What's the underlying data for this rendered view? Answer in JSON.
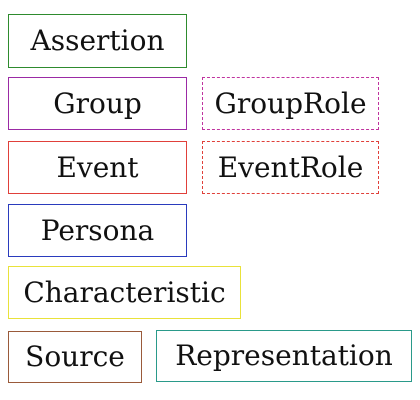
{
  "nodes": {
    "assertion": {
      "label": "Assertion",
      "color": "#2e8b2e",
      "style": "solid"
    },
    "group": {
      "label": "Group",
      "color": "#9b2aa5",
      "style": "solid"
    },
    "group_role": {
      "label": "GroupRole",
      "color": "#c0339f",
      "style": "dashed"
    },
    "event": {
      "label": "Event",
      "color": "#e0403a",
      "style": "solid"
    },
    "event_role": {
      "label": "EventRole",
      "color": "#e0403a",
      "style": "dashed"
    },
    "persona": {
      "label": "Persona",
      "color": "#2a3bbd",
      "style": "solid"
    },
    "characteristic": {
      "label": "Characteristic",
      "color": "#e9e23a",
      "style": "solid"
    },
    "source": {
      "label": "Source",
      "color": "#9a5a3a",
      "style": "solid"
    },
    "representation": {
      "label": "Representation",
      "color": "#2a9a8a",
      "style": "solid"
    }
  }
}
